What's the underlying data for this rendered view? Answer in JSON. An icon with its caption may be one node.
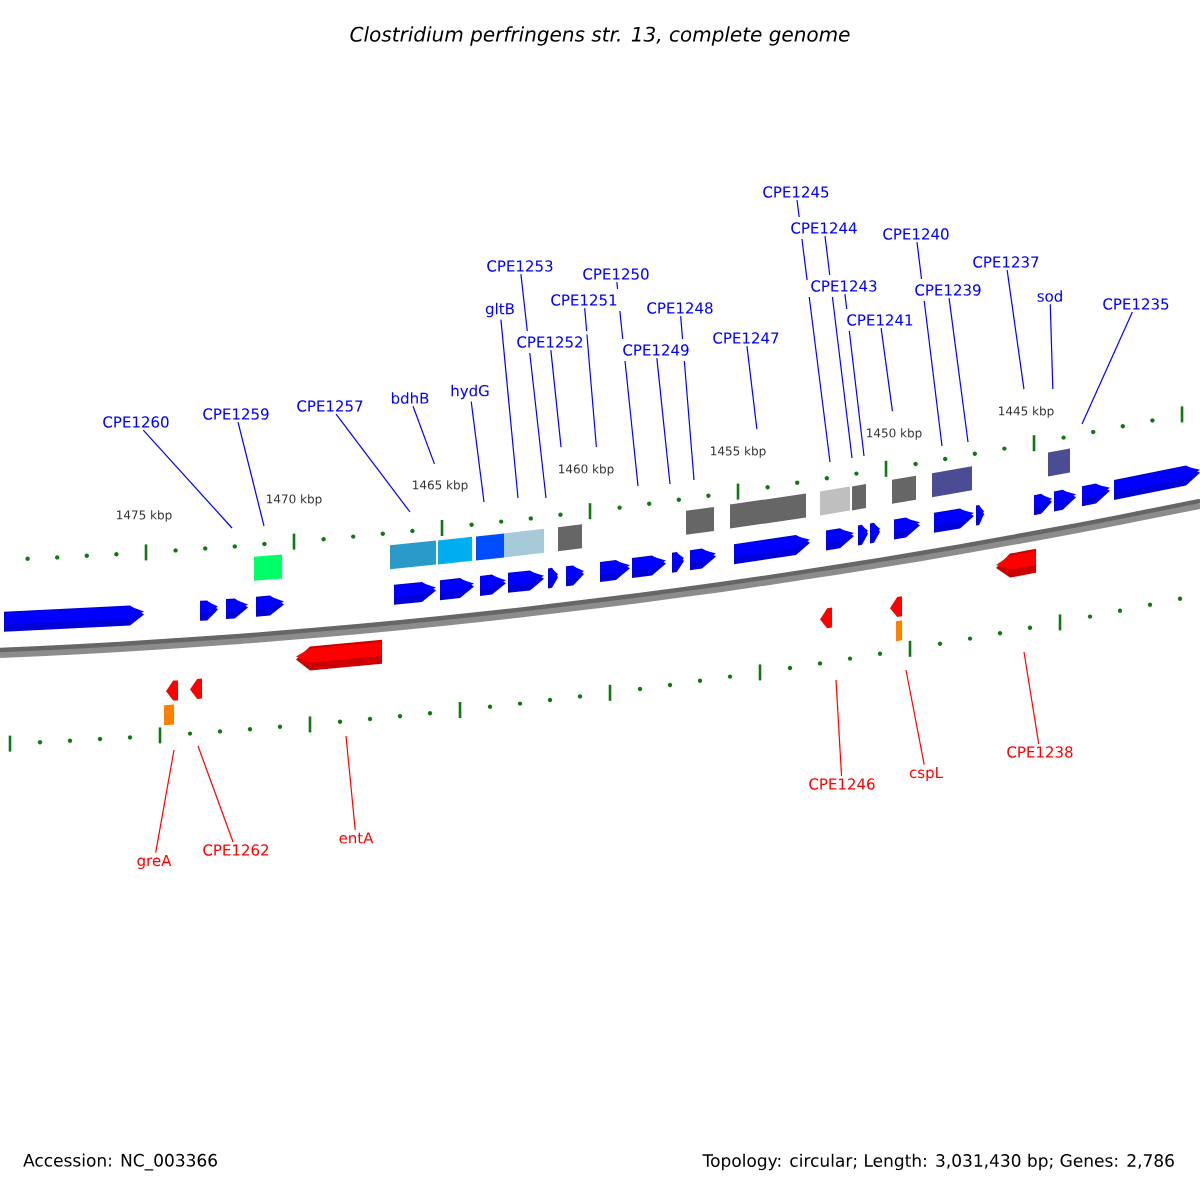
{
  "diagram": {
    "title": "Clostridium perfringens str. 13, complete genome",
    "nodes": [
      {
        "text": [
          "CPE1260"
        ]
      },
      {
        "text": [
          "CPE1259"
        ]
      },
      {
        "text": [
          "CPE1257"
        ]
      },
      {
        "text": [
          "bdhB"
        ]
      },
      {
        "text": [
          "hydG"
        ]
      },
      {
        "text": [
          "gltB"
        ]
      },
      {
        "text": [
          "CPE1253"
        ]
      },
      {
        "text": [
          "CPE1252"
        ]
      },
      {
        "text": [
          "CPE1251"
        ]
      },
      {
        "text": [
          "CPE1250"
        ]
      },
      {
        "text": [
          "CPE1249"
        ]
      },
      {
        "text": [
          "CPE1248"
        ]
      },
      {
        "text": [
          "CPE1247"
        ]
      },
      {
        "text": [
          "CPE1245"
        ]
      },
      {
        "text": [
          "CPE1244"
        ]
      },
      {
        "text": [
          "CPE1243"
        ]
      },
      {
        "text": [
          "CPE1241"
        ]
      },
      {
        "text": [
          "CPE1240"
        ]
      },
      {
        "text": [
          "CPE1239"
        ]
      },
      {
        "text": [
          "CPE1237"
        ]
      },
      {
        "text": [
          "sod"
        ]
      },
      {
        "text": [
          "CPE1235"
        ]
      },
      {
        "text": [
          "greA"
        ]
      },
      {
        "text": [
          "CPE1262"
        ]
      },
      {
        "text": [
          "entA"
        ]
      },
      {
        "text": [
          "CPE1246"
        ]
      },
      {
        "text": [
          "cspL"
        ]
      },
      {
        "text": [
          "CPE1238"
        ]
      }
    ],
    "edges": [
      {
        "from": 0,
        "to": null,
        "arrow": "none"
      },
      {
        "from": 1,
        "to": null,
        "arrow": "none"
      },
      {
        "from": 2,
        "to": null,
        "arrow": "none"
      },
      {
        "from": 3,
        "to": null,
        "arrow": "none"
      },
      {
        "from": 4,
        "to": null,
        "arrow": "none"
      },
      {
        "from": 5,
        "to": null,
        "arrow": "none"
      },
      {
        "from": 6,
        "to": null,
        "arrow": "none"
      },
      {
        "from": 7,
        "to": null,
        "arrow": "none"
      },
      {
        "from": 8,
        "to": null,
        "arrow": "none"
      },
      {
        "from": 9,
        "to": null,
        "arrow": "none"
      },
      {
        "from": 10,
        "to": null,
        "arrow": "none"
      },
      {
        "from": 11,
        "to": null,
        "arrow": "none"
      },
      {
        "from": 12,
        "to": null,
        "arrow": "none"
      },
      {
        "from": 13,
        "to": null,
        "arrow": "none"
      },
      {
        "from": 14,
        "to": null,
        "arrow": "none"
      },
      {
        "from": 15,
        "to": null,
        "arrow": "none"
      },
      {
        "from": 16,
        "to": null,
        "arrow": "none"
      },
      {
        "from": 17,
        "to": null,
        "arrow": "none"
      },
      {
        "from": 18,
        "to": null,
        "arrow": "none"
      },
      {
        "from": 19,
        "to": null,
        "arrow": "none"
      },
      {
        "from": 20,
        "to": null,
        "arrow": "none"
      },
      {
        "from": 21,
        "to": null,
        "arrow": "none"
      },
      {
        "from": 22,
        "to": null,
        "arrow": "none",
        "color": "#ff0000"
      },
      {
        "from": 23,
        "to": null,
        "arrow": "none",
        "color": "#ff0000"
      },
      {
        "from": 24,
        "to": null,
        "arrow": "none",
        "color": "#ff0000"
      },
      {
        "from": 25,
        "to": null,
        "arrow": "none",
        "color": "#ff0000"
      },
      {
        "from": 26,
        "to": null,
        "arrow": "none",
        "color": "#ff0000"
      },
      {
        "from": 27,
        "to": null,
        "arrow": "none",
        "color": "#ff0000"
      }
    ],
    "labels": [
      "1475 kbp",
      "1470 kbp",
      "1465 kbp",
      "1460 kbp",
      "1455 kbp",
      "1450 kbp",
      "1445 kbp",
      "Accession: NC_003366",
      "Topology: circular; Length: 3,031,430 bp; Genes: 2,786"
    ]
  }
}
